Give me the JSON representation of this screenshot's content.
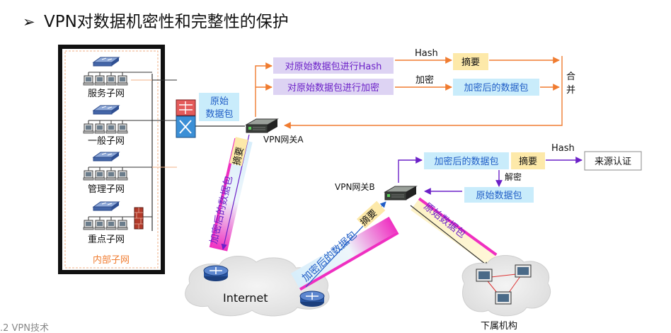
{
  "slide": {
    "bullet": "➢",
    "title": "VPN对数据机密性和完整性的保护",
    "footer": ".2 VPN技术"
  },
  "internal_network": {
    "label": "内部子网",
    "subnets": [
      "服务子网",
      "一般子网",
      "管理子网",
      "重点子网"
    ]
  },
  "gateway_a": {
    "label": "VPN网关A",
    "input_box": "原始\n数据包",
    "top_process": "对原始数据包进行Hash",
    "bottom_process": "对原始数据包进行加密",
    "hash_label": "Hash",
    "encrypt_label": "加密",
    "digest_box": "摘要",
    "encrypted_box": "加密后的数据包",
    "merge_label": "合\n并"
  },
  "gateway_b": {
    "label": "VPN网关B",
    "encrypted_box": "加密后的数据包",
    "digest_box": "摘要",
    "decrypt_label": "解密",
    "original_box": "原始数据包",
    "hash_label": "Hash",
    "auth_box": "来源认证"
  },
  "links": {
    "a_to_internet_enc": "加密后的数据包",
    "a_to_internet_digest": "摘要",
    "internet_to_b_enc": "加密后的数据包",
    "internet_to_b_digest": "摘要",
    "b_to_branch": "原始数据包"
  },
  "internet": {
    "label": "Internet"
  },
  "branch": {
    "label": "下属机构"
  },
  "colors": {
    "purple_box": "#ddd3f3",
    "yellow_box": "#fde9a9",
    "blue_box": "#c9ecfb",
    "arrow_orange": "#f07c30",
    "arrow_purple": "#6c21c8",
    "arrow_blue": "#1f5dc6",
    "magenta_band": "#ef2fc1",
    "internal_label": "#f07c30"
  }
}
